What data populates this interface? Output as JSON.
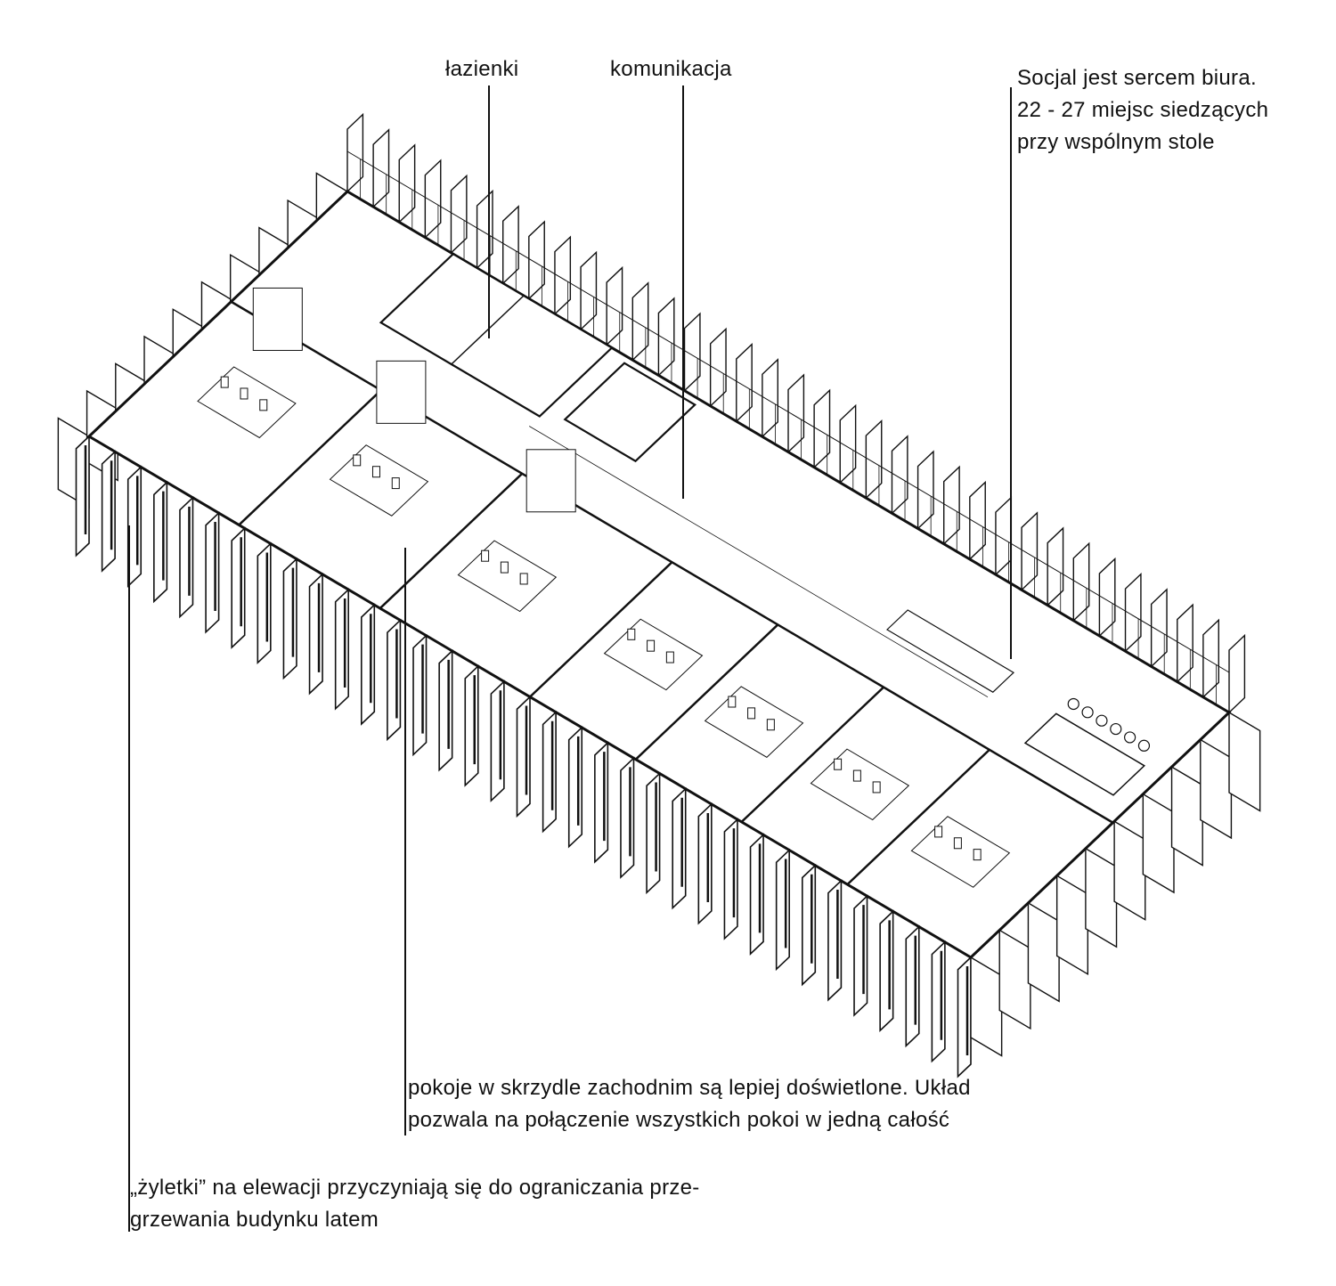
{
  "labels": {
    "bathrooms": "łazienki",
    "circulation": "komunikacja",
    "social": {
      "line1": "Socjal jest sercem biura.",
      "line2": "22 - 27 miejsc siedzących",
      "line3": "przy wspólnym stole"
    },
    "rooms": {
      "line1": "pokoje w skrzydle zachodnim są lepiej doświetlone. Układ",
      "line2": "pozwala na połączenie wszystkich pokoi w jedną całość"
    },
    "fins": {
      "line1": "„żyletki” na elewacji przyczyniają się do ograniczania prze-",
      "line2": "grzewania budynku latem"
    }
  },
  "colors": {
    "ink": "#111111",
    "paper": "#ffffff"
  }
}
